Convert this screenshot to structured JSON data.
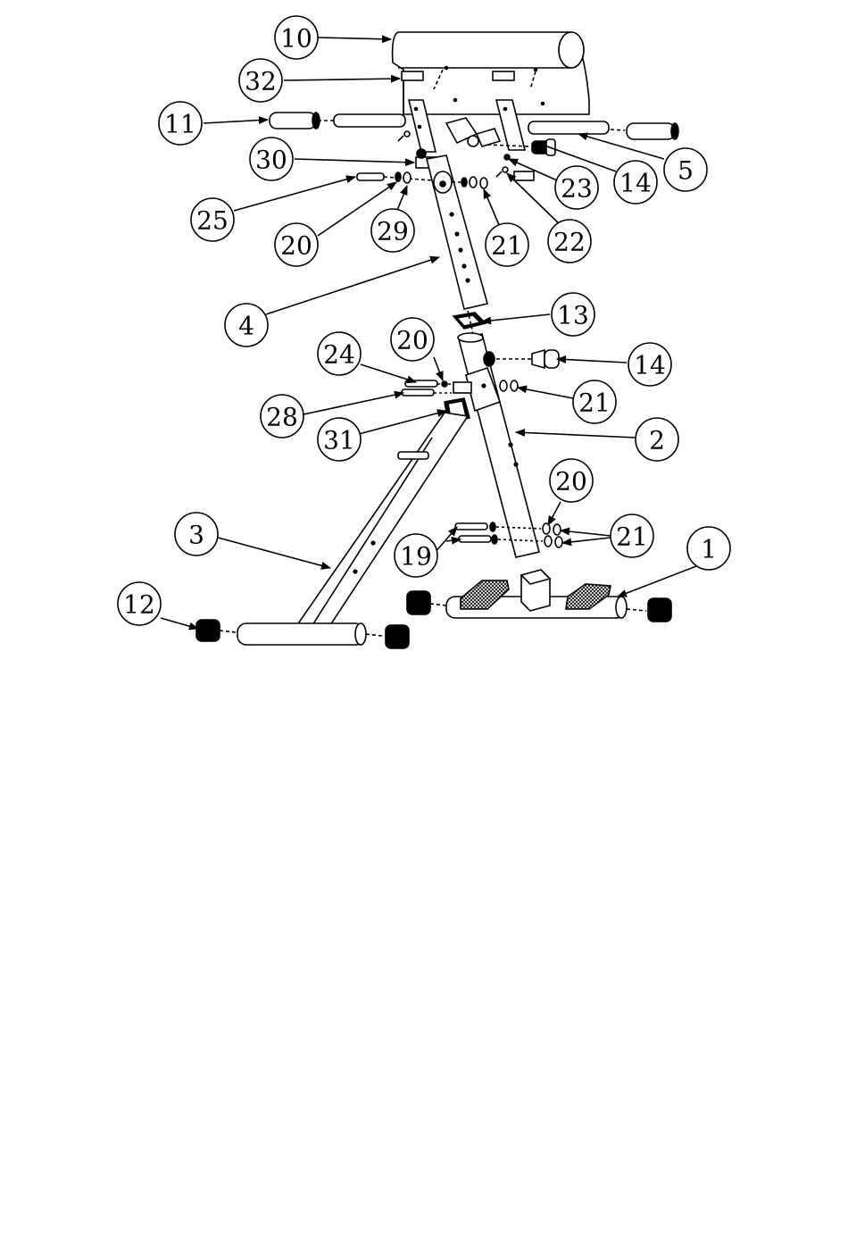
{
  "diagram": {
    "parts": [
      {
        "id": "p10",
        "name": "back-pad",
        "label": "10"
      },
      {
        "id": "p32",
        "name": "pad-bracket",
        "label": "32"
      },
      {
        "id": "p11",
        "name": "foam-roller-left",
        "label": "11"
      },
      {
        "id": "p30",
        "name": "upper-bracket",
        "label": "30"
      },
      {
        "id": "p25",
        "name": "bolt-long",
        "label": "25"
      },
      {
        "id": "p20a",
        "name": "washer-upper",
        "label": "20"
      },
      {
        "id": "p29",
        "name": "nut-upper",
        "label": "29"
      },
      {
        "id": "p21a",
        "name": "nut-pair-upper",
        "label": "21"
      },
      {
        "id": "p22",
        "name": "small-screw",
        "label": "22"
      },
      {
        "id": "p23",
        "name": "spacer",
        "label": "23"
      },
      {
        "id": "p14a",
        "name": "knob-upper",
        "label": "14"
      },
      {
        "id": "p5",
        "name": "roller-axle",
        "label": "5"
      },
      {
        "id": "p4",
        "name": "upper-post",
        "label": "4"
      },
      {
        "id": "p13",
        "name": "end-cap-square",
        "label": "13"
      },
      {
        "id": "p24",
        "name": "bolt-mid",
        "label": "24"
      },
      {
        "id": "p20b",
        "name": "washer-mid",
        "label": "20"
      },
      {
        "id": "p14b",
        "name": "pop-pin-knob",
        "label": "14"
      },
      {
        "id": "p21b",
        "name": "nut-mid",
        "label": "21"
      },
      {
        "id": "p28",
        "name": "bolt-pivot",
        "label": "28"
      },
      {
        "id": "p31",
        "name": "square-plug",
        "label": "31"
      },
      {
        "id": "p2",
        "name": "main-frame",
        "label": "2"
      },
      {
        "id": "p20c",
        "name": "washer-lower",
        "label": "20"
      },
      {
        "id": "p3",
        "name": "rear-stabilizer",
        "label": "3"
      },
      {
        "id": "p21c",
        "name": "nut-lower",
        "label": "21"
      },
      {
        "id": "p19",
        "name": "bolt-lower",
        "label": "19"
      },
      {
        "id": "p1",
        "name": "front-stabilizer",
        "label": "1"
      },
      {
        "id": "p12",
        "name": "end-cap-round",
        "label": "12"
      }
    ]
  }
}
